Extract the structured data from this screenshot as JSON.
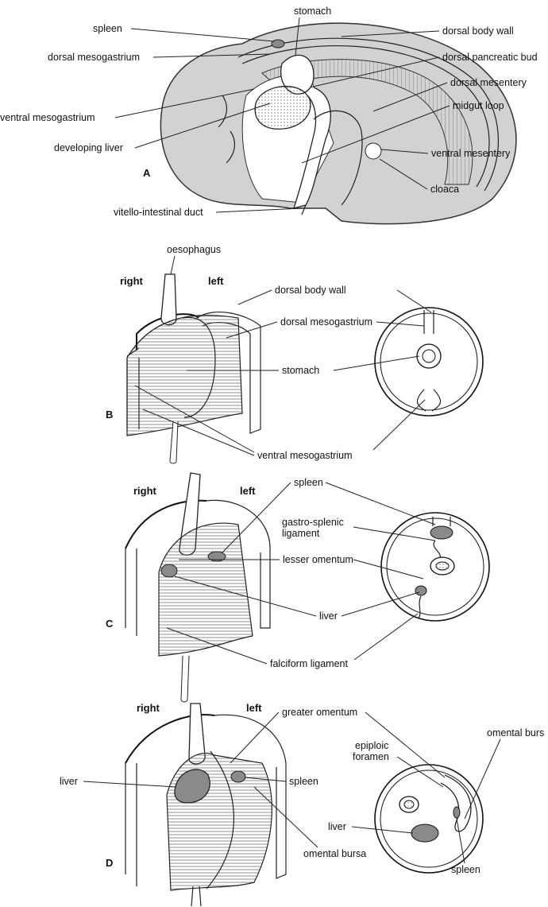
{
  "panels": {
    "a": {
      "letter": "A",
      "labels": {
        "spleen": "spleen",
        "stomach": "stomach",
        "dorsal_body_wall": "dorsal body wall",
        "dorsal_mesogastrium": "dorsal mesogastrium",
        "dorsal_pancreatic_bud": "dorsal pancreatic bud",
        "dorsal_mesentery": "dorsal mesentery",
        "ventral_mesogastrium": "ventral mesogastrium",
        "midgut_loop": "midgut loop",
        "developing_liver": "developing liver",
        "ventral_mesentery": "ventral mesentery",
        "cloaca": "cloaca",
        "vitello_intestinal_duct": "vitello-intestinal duct"
      }
    },
    "b": {
      "letter": "B",
      "right": "right",
      "left": "left",
      "labels": {
        "oesophagus": "oesophagus",
        "dorsal_body_wall": "dorsal body wall",
        "dorsal_mesogastrium": "dorsal mesogastrium",
        "stomach": "stomach",
        "ventral_mesogastrium": "ventral mesogastrium"
      }
    },
    "c": {
      "letter": "C",
      "right": "right",
      "left": "left",
      "labels": {
        "spleen": "spleen",
        "gastro_splenic_1": "gastro-splenic",
        "gastro_splenic_2": "ligament",
        "lesser_omentum": "lesser omentum",
        "liver": "liver",
        "falciform_ligament": "falciform ligament"
      }
    },
    "d": {
      "letter": "D",
      "right": "right",
      "left": "left",
      "labels": {
        "greater_omentum": "greater omentum",
        "omental_bursa_top": "omental burs",
        "epiploic_1": "epiploic",
        "epiploic_2": "foramen",
        "liver_left": "liver",
        "spleen_mid": "spleen",
        "liver_right": "liver",
        "omental_bursa_bottom": "omental bursa",
        "spleen_bottom": "spleen"
      }
    }
  },
  "colors": {
    "grey_fill": "#d2d2d2",
    "dark_fill": "#8a8a8a",
    "line": "#111111"
  }
}
